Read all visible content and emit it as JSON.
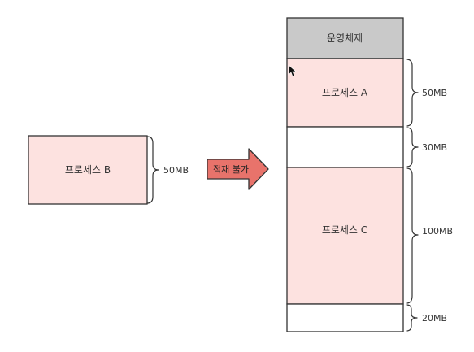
{
  "colors": {
    "process_fill": "#fde2e0",
    "os_fill": "#c9c9c9",
    "free_fill": "#ffffff",
    "arrow_fill": "#e8736b",
    "stroke": "#333333"
  },
  "process_b": {
    "label": "프로세스 B",
    "size": "50MB"
  },
  "arrow": {
    "label": "적재 불가"
  },
  "memory": {
    "os_label": "운영체제",
    "blocks": [
      {
        "label": "프로세스 A",
        "size": "50MB",
        "kind": "process"
      },
      {
        "label": "",
        "size": "30MB",
        "kind": "free"
      },
      {
        "label": "프로세스 C",
        "size": "100MB",
        "kind": "process"
      },
      {
        "label": "",
        "size": "20MB",
        "kind": "free"
      }
    ]
  },
  "icons": {
    "cursor": "mouse-pointer-icon"
  }
}
